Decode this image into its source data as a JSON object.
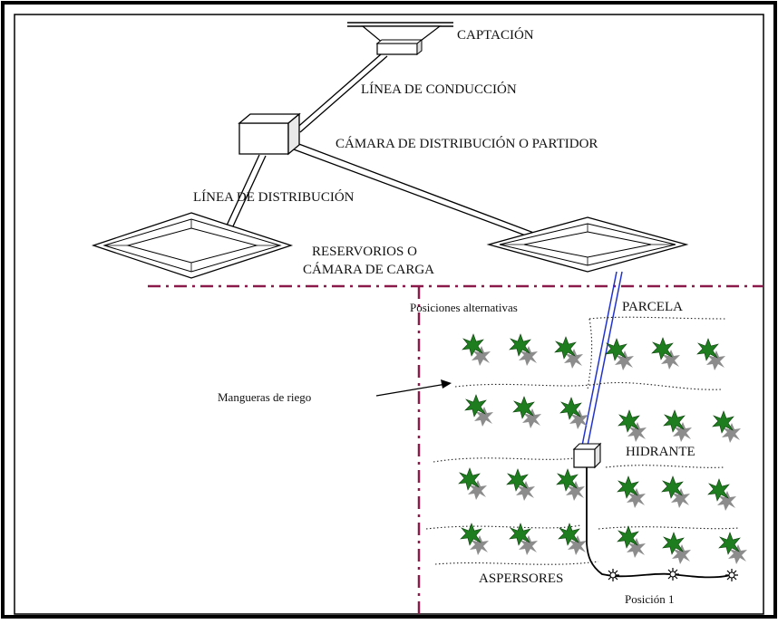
{
  "labels": {
    "captacion": "CAPTACIÓN",
    "linea_conduccion": "LÍNEA DE CONDUCCIÓN",
    "camara_distribucion": "CÁMARA DE DISTRIBUCIÓN O PARTIDOR",
    "linea_distribucion": "LÍNEA DE DISTRIBUCIÓN",
    "reservorios_line1": "RESERVORIOS O",
    "reservorios_line2": "CÁMARA DE CARGA",
    "posiciones_alternativas": "Posiciones alternativas",
    "parcela": "PARCELA",
    "mangueras": "Mangueras de riego",
    "hidrante": "HIDRANTE",
    "aspersores": "ASPERSORES",
    "posicion": "Posición 1"
  },
  "colors": {
    "plant": "#1e7d1e",
    "plant_shadow": "#8c8c8c",
    "hose_blue": "#2233cc",
    "boundary": "#8b1a4a",
    "frame": "#000000"
  },
  "icons": {
    "plant": "plant-icon",
    "sprinkler": "sprinkler-icon"
  }
}
